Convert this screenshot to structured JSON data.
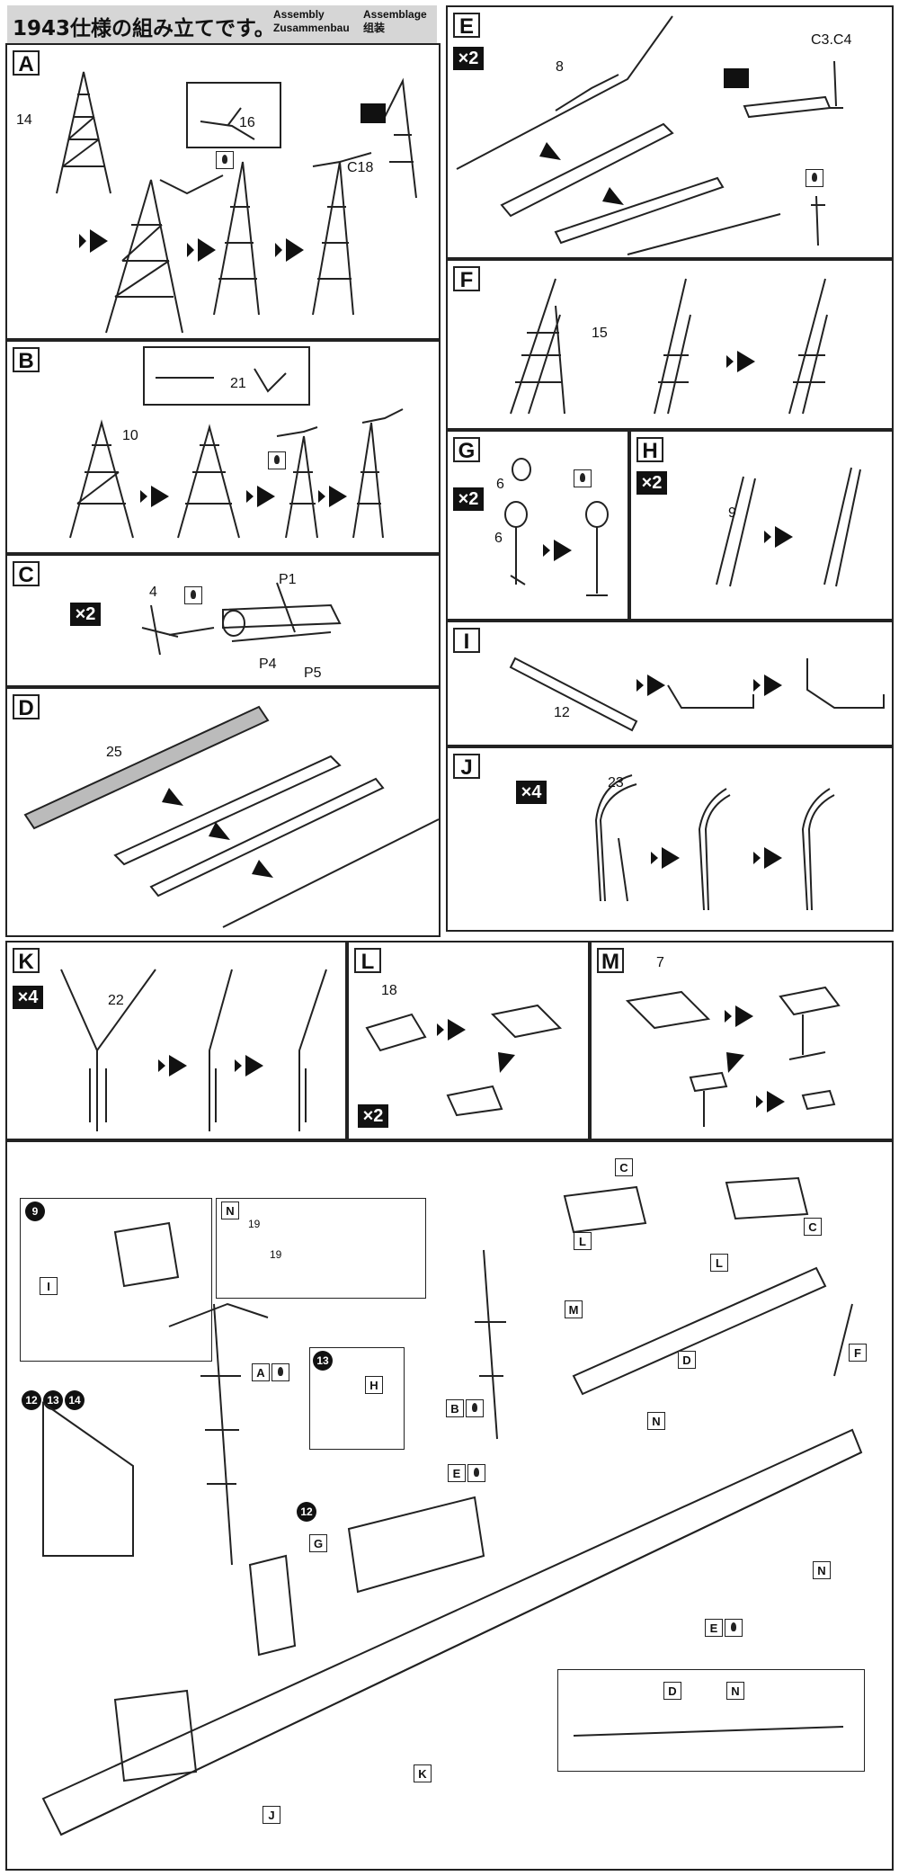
{
  "header": {
    "title_jp": "1943仕様の組み立てです。",
    "assembly_en": "Assembly",
    "assembly_de": "Zusammenbau",
    "assembly_fr": "Assemblage",
    "assembly_cn": "组装"
  },
  "steps": {
    "A": {
      "label": "A",
      "parts": [
        "14",
        "16",
        "C18"
      ]
    },
    "B": {
      "label": "B",
      "parts": [
        "10",
        "21"
      ]
    },
    "C": {
      "label": "C",
      "mult": "×2",
      "parts": [
        "4",
        "P1",
        "P4",
        "P5"
      ]
    },
    "D": {
      "label": "D",
      "parts": [
        "25"
      ]
    },
    "E": {
      "label": "E",
      "mult": "×2",
      "parts": [
        "8",
        "C3.C4"
      ]
    },
    "F": {
      "label": "F",
      "parts": [
        "15"
      ]
    },
    "G": {
      "label": "G",
      "mult": "×2",
      "parts": [
        "6",
        "6"
      ]
    },
    "H": {
      "label": "H",
      "mult": "×2",
      "parts": [
        "9"
      ]
    },
    "I": {
      "label": "I",
      "parts": [
        "12"
      ]
    },
    "J": {
      "label": "J",
      "mult": "×4",
      "parts": [
        "23"
      ]
    },
    "K": {
      "label": "K",
      "mult": "×4",
      "parts": [
        "22"
      ]
    },
    "L": {
      "label": "L",
      "mult": "×2",
      "parts": [
        "18"
      ]
    },
    "M": {
      "label": "M",
      "parts": [
        "7"
      ]
    }
  },
  "final": {
    "step9": "9",
    "stepN": {
      "label": "N",
      "parts": [
        "19",
        "19"
      ]
    },
    "step13": "13",
    "step12": "12",
    "seq": [
      "12",
      "13",
      "14"
    ],
    "callouts": [
      "A",
      "B",
      "C",
      "C",
      "D",
      "E",
      "E",
      "F",
      "G",
      "H",
      "I",
      "J",
      "K",
      "L",
      "L",
      "M",
      "N",
      "N",
      "N",
      "D"
    ]
  }
}
